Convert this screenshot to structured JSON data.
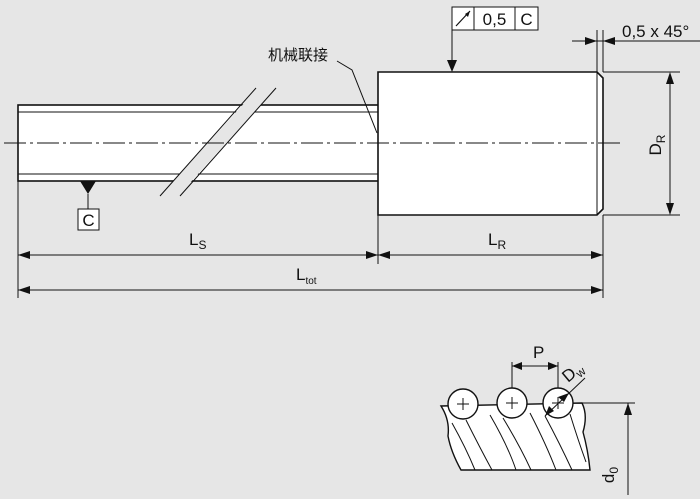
{
  "tolerance_frame": {
    "symbol": "circular-runout-icon",
    "value": "0,5",
    "datum": "C"
  },
  "chamfer_label": "0,5 x 45°",
  "mechanical_connection_label": "机械联接",
  "datum_marker": "C",
  "dimensions": {
    "shaft_length": {
      "main": "L",
      "sub": "S"
    },
    "nut_length": {
      "main": "L",
      "sub": "R"
    },
    "total_length": {
      "main": "L",
      "sub": "tot"
    },
    "nut_diameter": {
      "main": "D",
      "sub": "R"
    },
    "pitch": "P",
    "ball_diameter": {
      "main": "D",
      "sub": "w"
    },
    "nominal_diameter": {
      "main": "d",
      "sub": "0"
    }
  }
}
